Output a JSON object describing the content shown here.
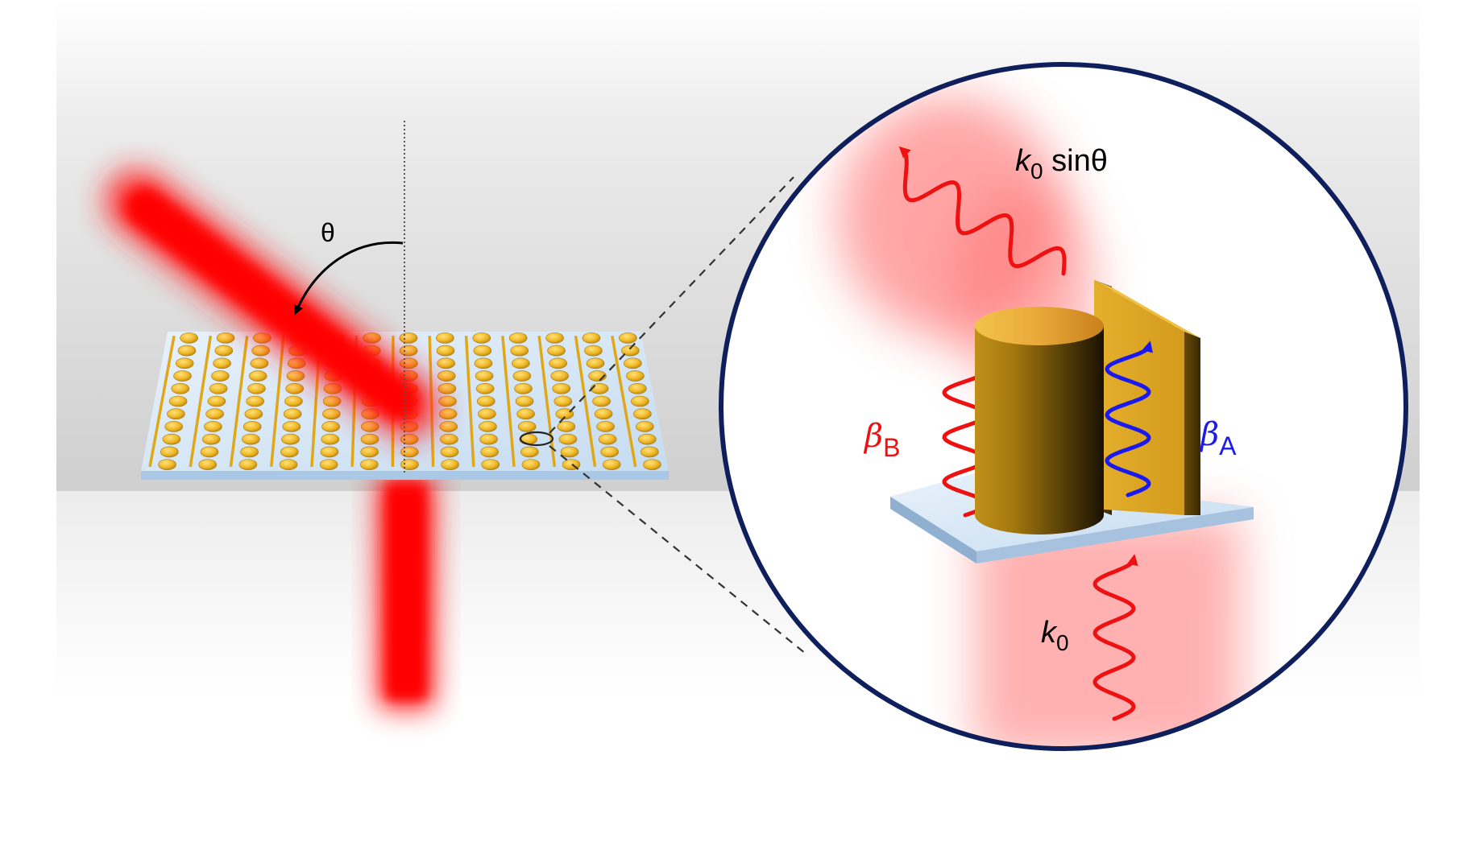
{
  "labels": {
    "theta": "θ",
    "k0_sin": {
      "k": "k",
      "sub": "0",
      "rest": " sinθ"
    },
    "beta_b": {
      "sym": "β",
      "sub": "B"
    },
    "beta_a": {
      "sym": "β",
      "sub": "A"
    },
    "k0": {
      "k": "k",
      "sub": "0"
    }
  },
  "colors": {
    "laser_red": "#ff1010",
    "wave_red": "#ee1111",
    "wave_blue": "#1a1aee",
    "gold": "#e8b020",
    "circle_border": "#0e1f5c",
    "substrate": "#c8def2",
    "background_gray": "#d8d8d8"
  },
  "icons": {
    "theta_arrow": "curved-arrow-icon"
  }
}
